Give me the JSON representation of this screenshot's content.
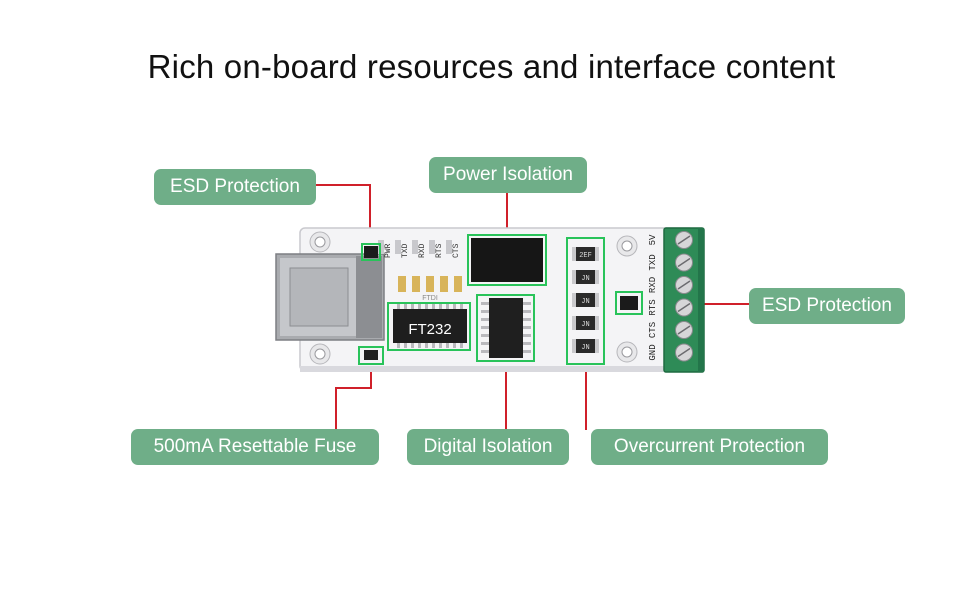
{
  "title": "Rich on-board resources and interface content",
  "callouts": {
    "esd_left": "ESD Protection",
    "power_isolation": "Power Isolation",
    "esd_right": "ESD Protection",
    "fuse": "500mA Resettable Fuse",
    "digital_isolation": "Digital Isolation",
    "overcurrent": "Overcurrent Protection"
  },
  "board": {
    "chip_label": "FT232",
    "chip_brand": "FTDI",
    "led_labels": [
      "PWR",
      "TXD",
      "RXD",
      "RTS",
      "CTS"
    ],
    "terminal_labels": [
      "5V",
      "TXD",
      "RXD",
      "RTS",
      "CTS",
      "GND"
    ],
    "resistor_codes": [
      "2EF",
      "JN",
      "JN",
      "JN",
      "JN"
    ]
  },
  "colors": {
    "callout_bg": "#6fae88",
    "leader_line": "#d0202a",
    "highlight_box": "#29c35a",
    "terminal_block": "#2e8b57",
    "pcb": "#f4f4f6"
  }
}
